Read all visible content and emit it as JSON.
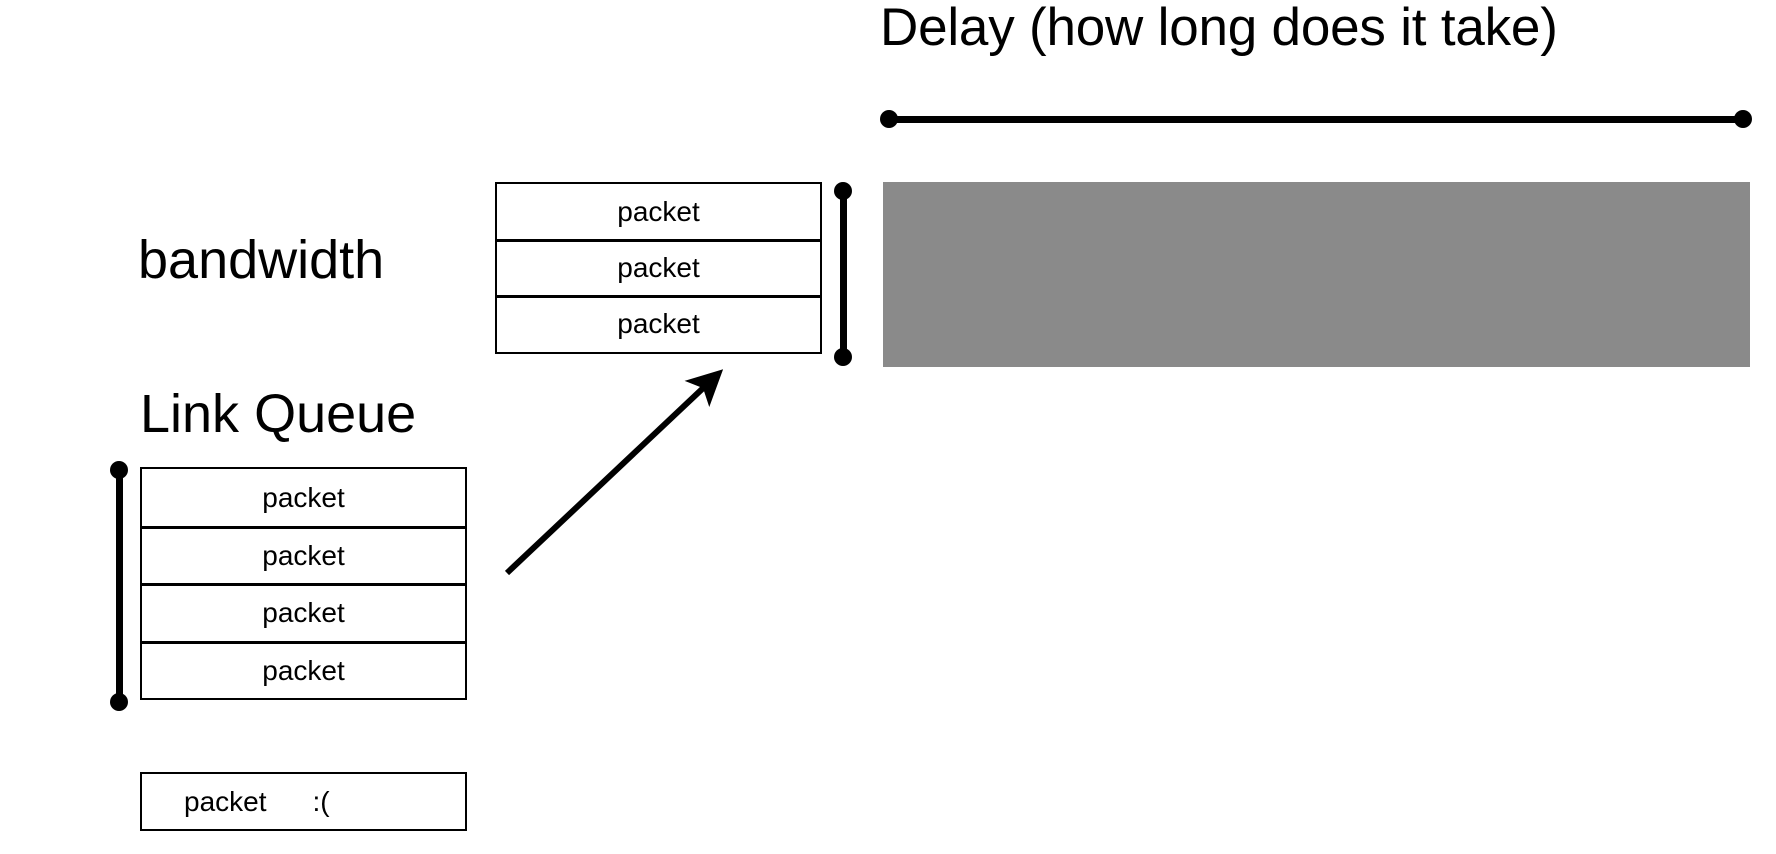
{
  "diagram": {
    "title": "Delay (how long does it take)",
    "labels": {
      "bandwidth": "bandwidth",
      "link_queue": "Link Queue"
    },
    "upper_stack": {
      "name": "bandwidth-packet-stack",
      "packets": [
        "packet",
        "packet",
        "packet"
      ]
    },
    "lower_stack": {
      "name": "link-queue-packet-stack",
      "packets": [
        "packet",
        "packet",
        "packet",
        "packet"
      ]
    },
    "dropped_packet": {
      "label": "packet",
      "face": ":("
    },
    "measures": {
      "delay_span": "Delay (how long does it take)",
      "bandwidth_span": "bandwidth",
      "queue_span": "Link Queue"
    },
    "colors": {
      "stroke": "#000000",
      "background": "#ffffff",
      "gray_block": "#8a8a8a"
    },
    "arrow": {
      "name": "dequeue-arrow",
      "from": "link-queue",
      "to": "bandwidth-stack"
    }
  }
}
